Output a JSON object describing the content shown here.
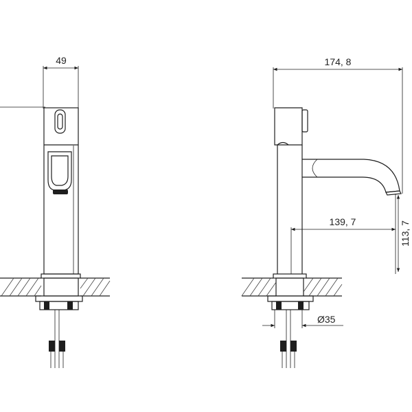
{
  "drawing": {
    "colors": {
      "line": "#1e1e1e",
      "text": "#222222",
      "background": "#ffffff"
    },
    "front_view": {
      "width_label": "49"
    },
    "side_view": {
      "length_label": "174, 8",
      "reach_label": "139, 7",
      "height_label": "113, 7",
      "diameter_label": "Ø35"
    }
  }
}
